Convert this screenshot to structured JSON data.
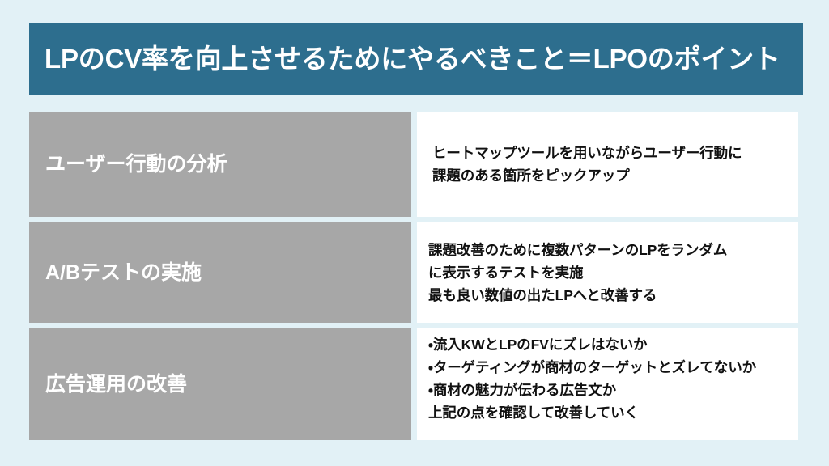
{
  "colors": {
    "background": "#e2f1f6",
    "header_band": "#2d6e8e",
    "label_cell": "#a7a7a7",
    "body_cell": "#ffffff",
    "header_text": "#ffffff",
    "label_text": "#ffffff",
    "body_text": "#111111"
  },
  "header": {
    "title": "LPのCV率を向上させるためにやるべきこと＝LPOのポイント"
  },
  "table": {
    "rows": [
      {
        "label": "ユーザー行動の分析",
        "lines": [
          "ヒートマップツールを用いながらユーザー行動に",
          "課題のある箇所をピックアップ"
        ]
      },
      {
        "label": "A/Bテストの実施",
        "lines": [
          "課題改善のために複数パターンのLPをランダム",
          "に表示するテストを実施",
          "最も良い数値の出たLPへと改善する"
        ]
      },
      {
        "label": "広告運用の改善",
        "lines": [
          "・流入KWとLPのFVにズレはないか",
          "・ターゲティングが商材のターゲットとズレてないか",
          "・商材の魅力が伝わる広告文か",
          "上記の点を確認して改善していく"
        ]
      }
    ]
  }
}
